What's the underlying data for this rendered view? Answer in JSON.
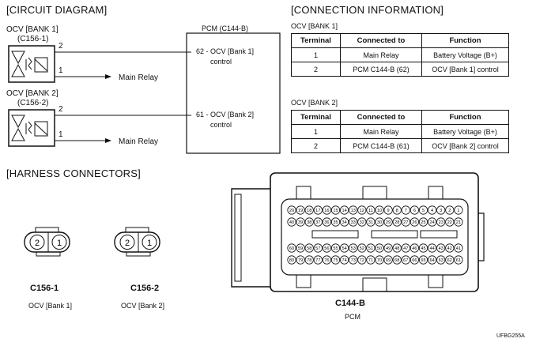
{
  "circuit": {
    "title": "[CIRCUIT DIAGRAM]",
    "ocv1": {
      "name": "OCV [BANK 1]",
      "code": "(C156-1)",
      "pin_top": "2",
      "pin_bottom": "1",
      "dest": "Main Relay"
    },
    "ocv2": {
      "name": "OCV [BANK 2]",
      "code": "(C156-2)",
      "pin_top": "2",
      "pin_bottom": "1",
      "dest": "Main Relay"
    },
    "pcm": {
      "title": "PCM (C144-B)",
      "pin1": {
        "line1": "62 - OCV [Bank 1]",
        "line2": "control"
      },
      "pin2": {
        "line1": "61 - OCV [Bank 2]",
        "line2": "control"
      }
    }
  },
  "connection": {
    "title": "[CONNECTION INFORMATION]",
    "headers": [
      "Terminal",
      "Connected to",
      "Function"
    ],
    "tables": [
      {
        "label": "OCV [BANK 1]",
        "rows": [
          [
            "1",
            "Main Relay",
            "Battery Voltage (B+)"
          ],
          [
            "2",
            "PCM C144-B (62)",
            "OCV [Bank 1] control"
          ]
        ]
      },
      {
        "label": "OCV [BANK 2]",
        "rows": [
          [
            "1",
            "Main Relay",
            "Battery Voltage (B+)"
          ],
          [
            "2",
            "PCM C144-B (61)",
            "OCV [Bank 2] control"
          ]
        ]
      }
    ]
  },
  "harness": {
    "title": "[HARNESS CONNECTORS]",
    "connectors": [
      {
        "code": "C156-1",
        "desc": "OCV [Bank 1]",
        "pins": [
          "2",
          "1"
        ]
      },
      {
        "code": "C156-2",
        "desc": "OCV [Bank 2]",
        "pins": [
          "2",
          "1"
        ]
      }
    ],
    "pcm_connector": {
      "code": "C144-B",
      "desc": "PCM",
      "rows": [
        [
          "20",
          "19",
          "18",
          "17",
          "16",
          "15",
          "14",
          "13",
          "12",
          "11",
          "10",
          "9",
          "8",
          "7",
          "6",
          "5",
          "4",
          "3",
          "2",
          "1"
        ],
        [
          "40",
          "39",
          "38",
          "37",
          "36",
          "35",
          "34",
          "33",
          "32",
          "31",
          "30",
          "29",
          "28",
          "27",
          "26",
          "25",
          "24",
          "23",
          "22",
          "21"
        ],
        [
          "60",
          "59",
          "58",
          "57",
          "56",
          "55",
          "54",
          "53",
          "52",
          "51",
          "50",
          "49",
          "48",
          "47",
          "46",
          "45",
          "44",
          "43",
          "42",
          "41"
        ],
        [
          "80",
          "79",
          "78",
          "77",
          "76",
          "75",
          "74",
          "73",
          "72",
          "71",
          "70",
          "69",
          "68",
          "67",
          "66",
          "65",
          "64",
          "63",
          "62",
          "61"
        ]
      ]
    }
  },
  "figure_code": "UFBG255A"
}
